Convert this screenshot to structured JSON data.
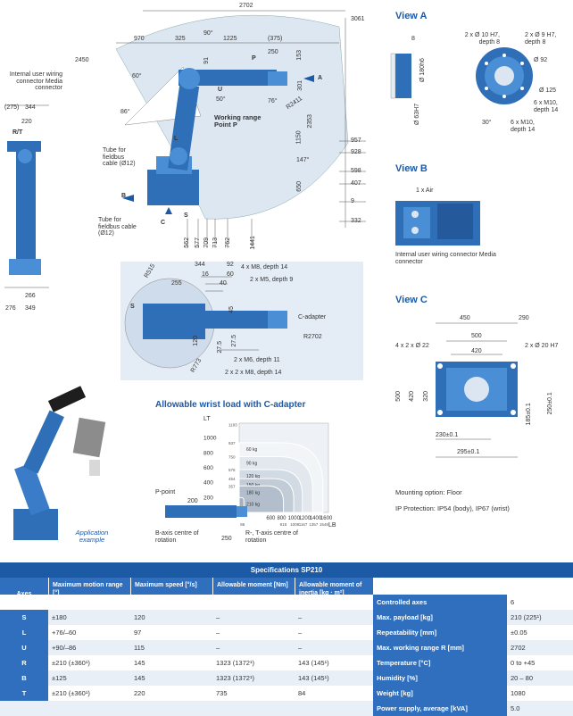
{
  "views": {
    "view_a": "View A",
    "view_b": "View B",
    "view_c": "View C"
  },
  "main_drawing": {
    "labels": {
      "internal_user": "Internal user wiring connector Media connector",
      "tube1": "Tube for fieldbus cable (Ø12)",
      "tube2": "Tube for fieldbus cable (Ø12)",
      "working_range": "Working range Point P",
      "rt": "R/T",
      "s": "S",
      "l": "L",
      "u": "U",
      "b": "B",
      "c": "C",
      "p": "P",
      "a": "A"
    },
    "dims": {
      "d2702": "2702",
      "d3061": "3061",
      "d970": "970",
      "d325": "325",
      "d1225": "1225",
      "d375": "(375)",
      "d250": "250",
      "d153": "153",
      "d2450": "2450",
      "d91": "91",
      "d301": "301",
      "d2411": "R2411",
      "d1150": "1150",
      "d2353": "2353",
      "d957": "957",
      "d928": "928",
      "d598": "598",
      "d407": "407",
      "d9": "9",
      "d332": "332",
      "d650": "650",
      "d562": "562",
      "d577": "577",
      "d709": "709",
      "d713": "713",
      "d762": "762",
      "d1441": "1441",
      "d275": "(275)",
      "d344": "344",
      "d220": "220",
      "d266": "266",
      "d276": "276",
      "d349": "349",
      "a60": "60°",
      "a90": "90°",
      "a86": "86°",
      "a147": "147°",
      "a76": "76°",
      "a50": "50°"
    }
  },
  "top_view": {
    "d344": "344",
    "d92": "92",
    "d16": "16",
    "d60": "60",
    "d255": "255",
    "d40": "40",
    "d45": "45",
    "d120": "120",
    "d27_5a": "27.5",
    "d27_5b": "27.5",
    "r515": "R515",
    "r773": "R773",
    "r2702": "R2702",
    "m14": "4 x M8, depth 14",
    "m5": "2 x M5, depth 9",
    "m6": "2 x M6, depth 11",
    "m8": "2 x 2 x M8, depth 14",
    "cadapter": "C-adapter",
    "s": "S"
  },
  "view_a": {
    "d8": "8",
    "dia10": "2 x Ø 10 H7, depth 8",
    "dia9": "2 x Ø 9 H7, depth 8",
    "d180": "Ø 180h6",
    "d63": "Ø 63H7",
    "d92": "Ø 92",
    "d125": "Ø 125",
    "m10a": "6 x M10, depth 14",
    "m10b": "6 x M10, depth 14",
    "a30": "30°"
  },
  "view_b": {
    "air": "1 x Air",
    "connector": "Internal user wiring connector Media connector"
  },
  "view_c": {
    "d450": "450",
    "d290": "290",
    "d500a": "500",
    "d420a": "420",
    "holes22": "4 x 2 x Ø 22",
    "holes20": "2 x Ø 20 H7",
    "d500b": "500",
    "d420b": "420",
    "d320": "320",
    "d250": "250±0.1",
    "d185": "185±0.1",
    "d230": "230±0.1",
    "d295": "295±0.1"
  },
  "mounting": {
    "mount": "Mounting option: Floor",
    "ip": "IP Protection: IP54 (body), IP67 (wrist)"
  },
  "application": {
    "caption": "Application example"
  },
  "wrist_load": {
    "title": "Allowable wrist load with C-adapter",
    "lt": "LT",
    "lb": "LB",
    "p_point": "P-point",
    "b_axis": "B-axis centre of rotation",
    "rt_axis": "R-, T-axis centre of rotation",
    "d250": "250",
    "d200": "200"
  },
  "chart_data": {
    "type": "area",
    "title": "Allowable wrist load with C-adapter",
    "xlabel": "LB",
    "ylabel": "LT",
    "x_ticks": [
      600,
      800,
      1000,
      1200,
      1400,
      1600
    ],
    "x_minor_ticks": [
      86,
      818,
      1008,
      1167,
      1357,
      1548
    ],
    "y_ticks": [
      200,
      400,
      600,
      800,
      1000
    ],
    "y_minor_ticks": [
      357,
      454,
      576,
      750,
      937,
      1183
    ],
    "xlim": [
      0,
      1650
    ],
    "ylim": [
      0,
      1200
    ],
    "series": [
      {
        "name": "60 kg",
        "lt_max": 937,
        "lb_max": 1548
      },
      {
        "name": "90 kg",
        "lt_max": 750,
        "lb_max": 1357
      },
      {
        "name": "120 kg",
        "lt_max": 576,
        "lb_max": 1167
      },
      {
        "name": "150 kg",
        "lt_max": 454,
        "lb_max": 1008
      },
      {
        "name": "180 kg",
        "lt_max": 357,
        "lb_max": 818
      },
      {
        "name": "210 kg",
        "lt_max": 200,
        "lb_max": 86
      }
    ]
  },
  "specs": {
    "title": "Specifications SP210",
    "headers": {
      "axes": "Axes",
      "motion": "Maximum motion range [°]",
      "speed": "Maximum speed [°/s]",
      "moment": "Allowable moment [Nm]",
      "inertia": "Allowable moment of inertia [kg · m²]"
    },
    "axis_rows": [
      {
        "axis": "S",
        "motion": "±180",
        "speed": "120",
        "moment": "–",
        "inertia": "–"
      },
      {
        "axis": "L",
        "motion": "+76/–60",
        "speed": "97",
        "moment": "–",
        "inertia": "–"
      },
      {
        "axis": "U",
        "motion": "+90/–86",
        "speed": "115",
        "moment": "–",
        "inertia": "–"
      },
      {
        "axis": "R",
        "motion": "±210 (±360¹)",
        "speed": "145",
        "moment": "1323 (1372¹)",
        "inertia": "143 (145¹)"
      },
      {
        "axis": "B",
        "motion": "±125",
        "speed": "145",
        "moment": "1323 (1372¹)",
        "inertia": "143 (145¹)"
      },
      {
        "axis": "T",
        "motion": "±210 (±360¹)",
        "speed": "220",
        "moment": "735",
        "inertia": "84"
      }
    ],
    "props": [
      {
        "label": "Controlled axes",
        "value": "6"
      },
      {
        "label": "Max. payload [kg]",
        "value": "210 (225¹)"
      },
      {
        "label": "Repeatability [mm]",
        "value": "±0.05"
      },
      {
        "label": "Max. working range R [mm]",
        "value": "2702"
      },
      {
        "label": "Temperature [°C]",
        "value": "0 to +45"
      },
      {
        "label": "Humidity [%]",
        "value": "20 – 80"
      },
      {
        "label": "Weight [kg]",
        "value": "1080"
      },
      {
        "label": "Power supply, average [kVA]",
        "value": "5.0"
      }
    ],
    "colors": {
      "header": "#1c5aa6",
      "accent": "#2f6fbd",
      "row_alt": "#e8eff7"
    }
  }
}
